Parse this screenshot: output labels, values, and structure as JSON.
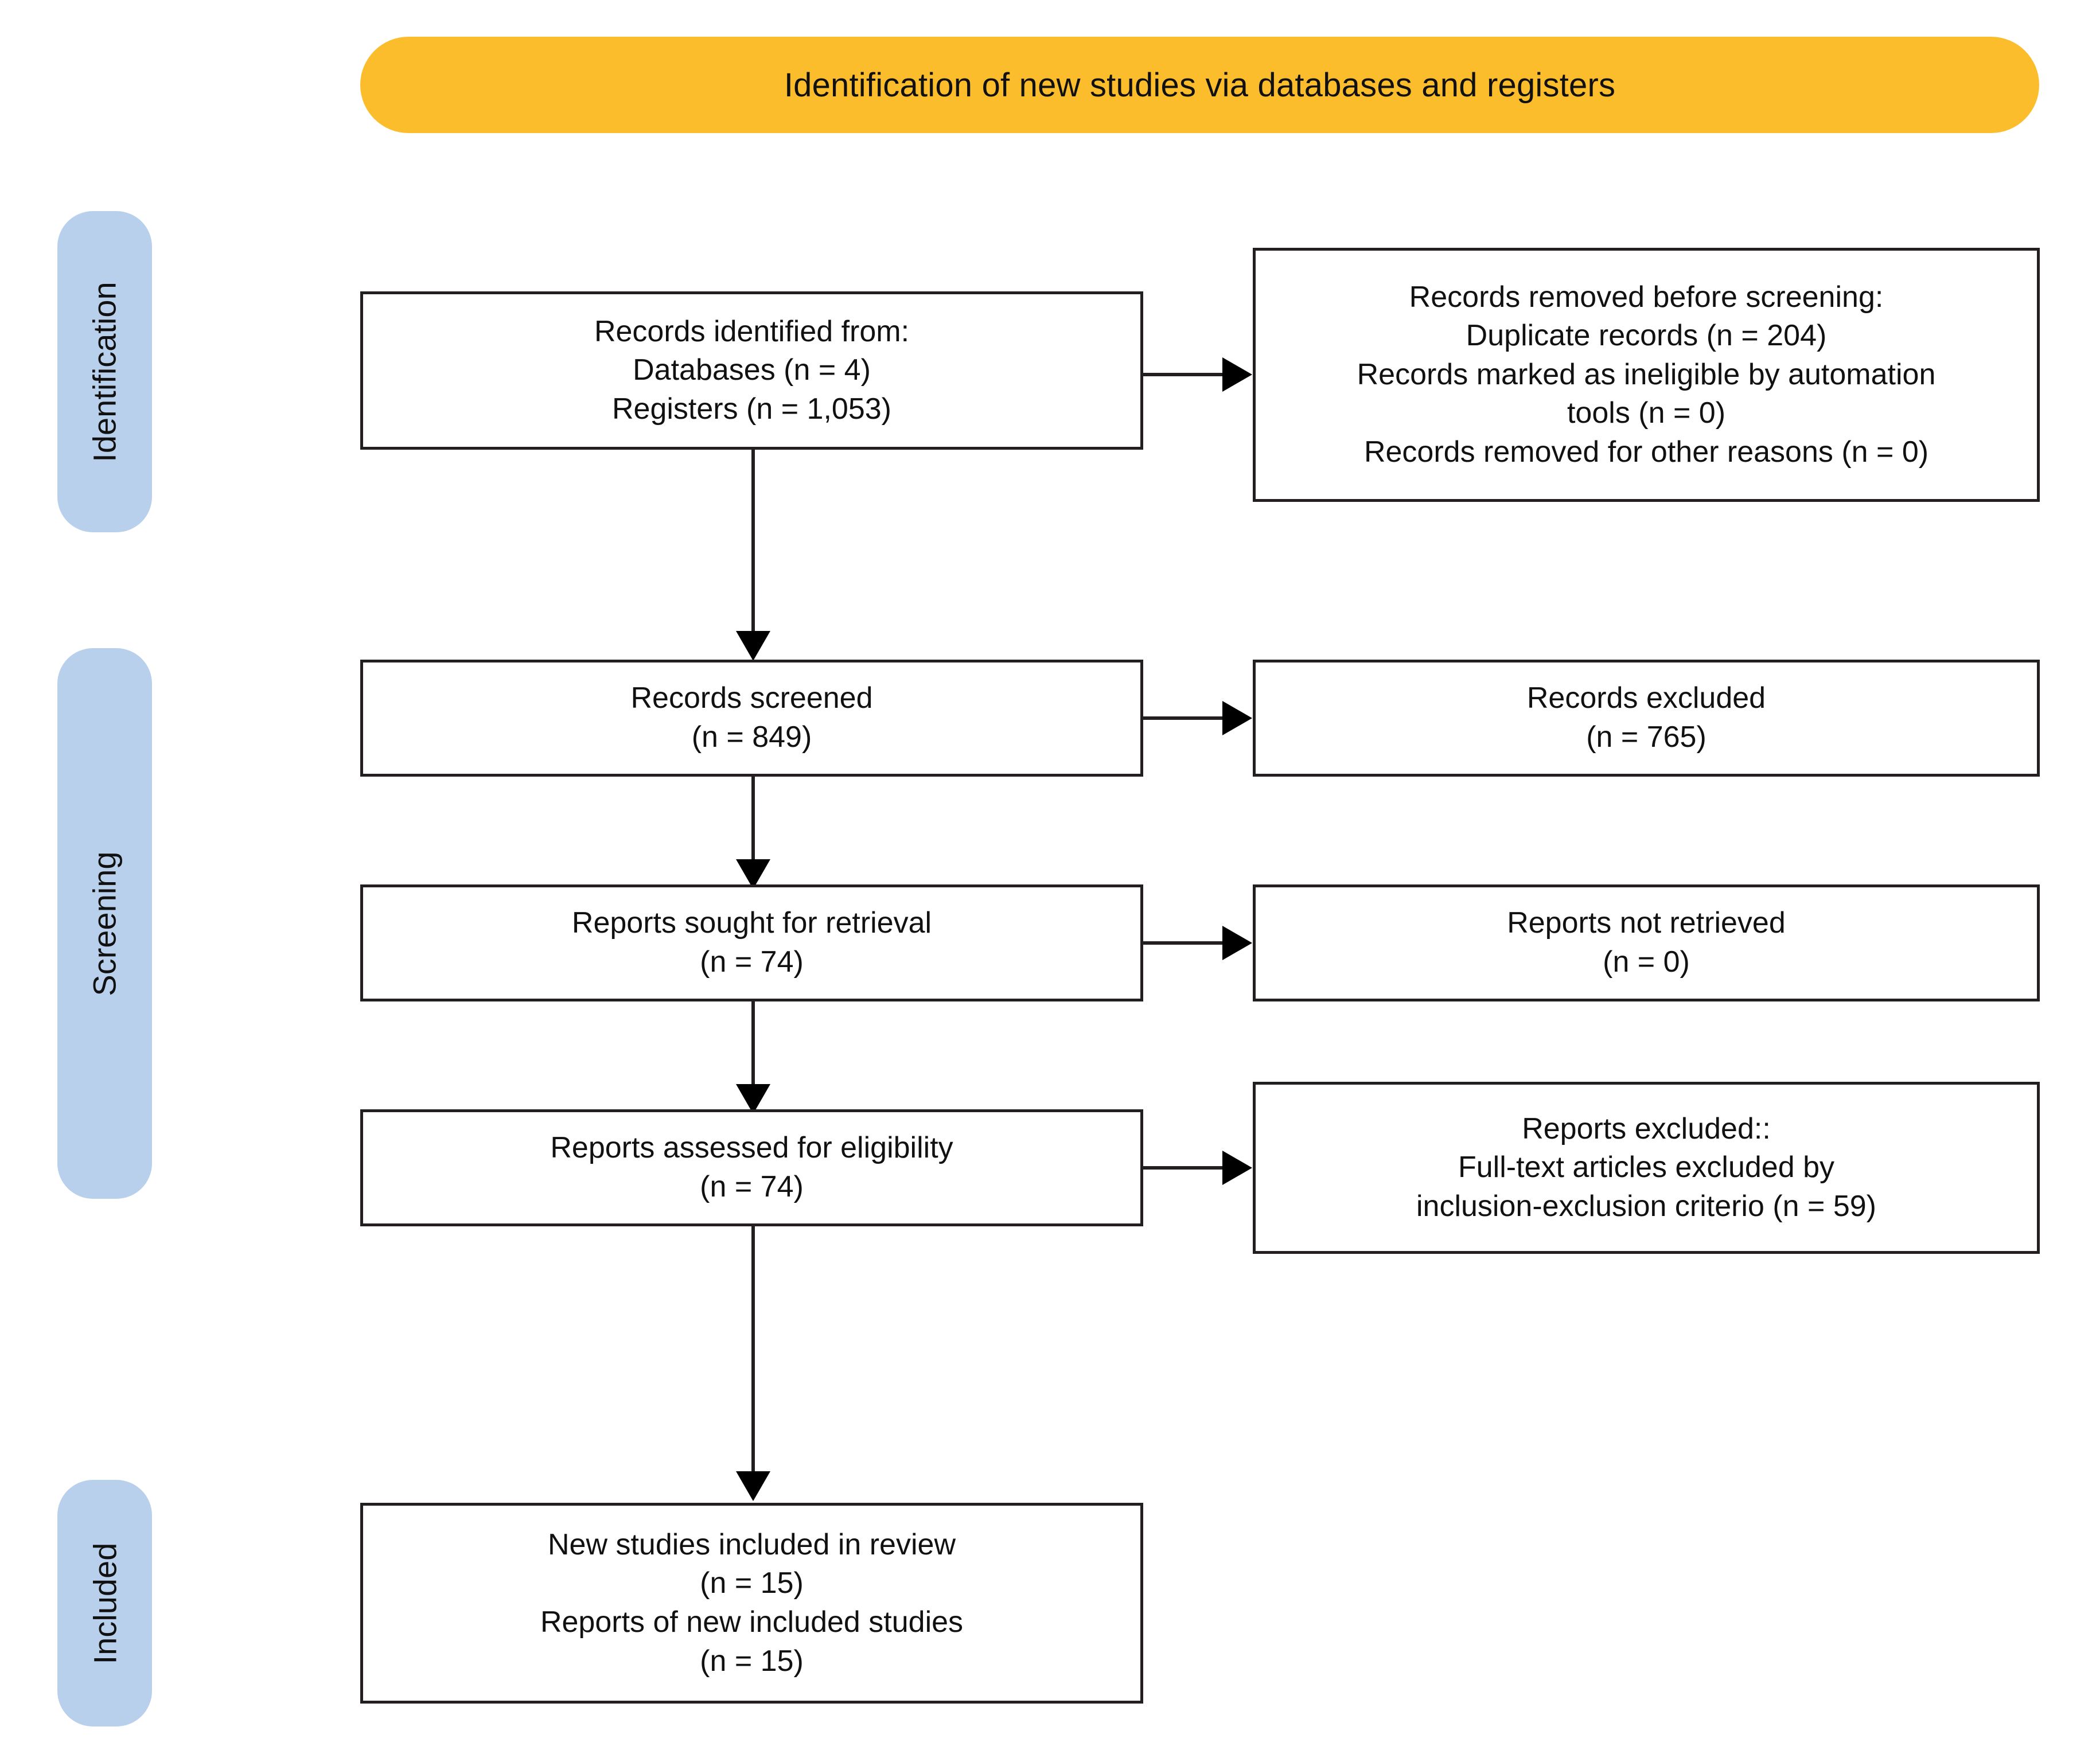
{
  "banner": {
    "title": "Identification of new studies via databases and registers",
    "color": "#FBBD2C"
  },
  "stages": {
    "color": "#B9D0EC",
    "identification": "Identification",
    "screening": "Screening",
    "included": "Included"
  },
  "flow": {
    "identified": {
      "line1": "Records identified from:",
      "line2": "Databases (n = 4)",
      "line3": "Registers (n = 1,053)"
    },
    "removed_before_screening": {
      "line1": "Records removed before screening:",
      "line2": "Duplicate records (n = 204)",
      "line3": "Records marked as ineligible by automation",
      "line4": "tools (n = 0)",
      "line5": "Records removed for other reasons (n = 0)"
    },
    "screened": {
      "line1": "Records screened",
      "line2": "(n = 849)"
    },
    "records_excluded": {
      "line1": "Records excluded",
      "line2": "(n = 765)"
    },
    "sought_retrieval": {
      "line1": "Reports sought for retrieval",
      "line2": "(n = 74)"
    },
    "not_retrieved": {
      "line1": "Reports not retrieved",
      "line2": "(n = 0)"
    },
    "assessed_eligibility": {
      "line1": "Reports assessed for eligibility",
      "line2": "(n = 74)"
    },
    "reports_excluded": {
      "line1": "Reports excluded::",
      "line2": "Full-text articles excluded by",
      "line3": "inclusion-exclusion criterio (n =  59)"
    },
    "included_studies": {
      "line1": "New studies included in review",
      "line2": "(n = 15)",
      "line3": "Reports of new included studies",
      "line4": "(n = 15)"
    }
  },
  "chart_data": {
    "type": "diagram",
    "title": "PRISMA 2020 flow diagram for new systematic reviews",
    "nodes": [
      {
        "id": "identified",
        "stage": "Identification",
        "column": "left",
        "counts": {
          "databases": 4,
          "registers": 1053
        }
      },
      {
        "id": "removed_before_screening",
        "stage": "Identification",
        "column": "right",
        "counts": {
          "duplicate_records": 204,
          "ineligible_by_automation_tools": 0,
          "removed_other_reasons": 0
        }
      },
      {
        "id": "screened",
        "stage": "Screening",
        "column": "left",
        "counts": {
          "n": 849
        }
      },
      {
        "id": "records_excluded",
        "stage": "Screening",
        "column": "right",
        "counts": {
          "n": 765
        }
      },
      {
        "id": "sought_retrieval",
        "stage": "Screening",
        "column": "left",
        "counts": {
          "n": 74
        }
      },
      {
        "id": "not_retrieved",
        "stage": "Screening",
        "column": "right",
        "counts": {
          "n": 0
        }
      },
      {
        "id": "assessed_eligibility",
        "stage": "Screening",
        "column": "left",
        "counts": {
          "n": 74
        }
      },
      {
        "id": "reports_excluded",
        "stage": "Screening",
        "column": "right",
        "counts": {
          "n": 59
        }
      },
      {
        "id": "included_studies",
        "stage": "Included",
        "column": "left",
        "counts": {
          "new_studies": 15,
          "reports_of_new_studies": 15
        }
      }
    ],
    "edges": [
      {
        "from": "identified",
        "to": "removed_before_screening",
        "direction": "right"
      },
      {
        "from": "identified",
        "to": "screened",
        "direction": "down"
      },
      {
        "from": "screened",
        "to": "records_excluded",
        "direction": "right"
      },
      {
        "from": "screened",
        "to": "sought_retrieval",
        "direction": "down"
      },
      {
        "from": "sought_retrieval",
        "to": "not_retrieved",
        "direction": "right"
      },
      {
        "from": "sought_retrieval",
        "to": "assessed_eligibility",
        "direction": "down"
      },
      {
        "from": "assessed_eligibility",
        "to": "reports_excluded",
        "direction": "right"
      },
      {
        "from": "assessed_eligibility",
        "to": "included_studies",
        "direction": "down"
      }
    ]
  }
}
